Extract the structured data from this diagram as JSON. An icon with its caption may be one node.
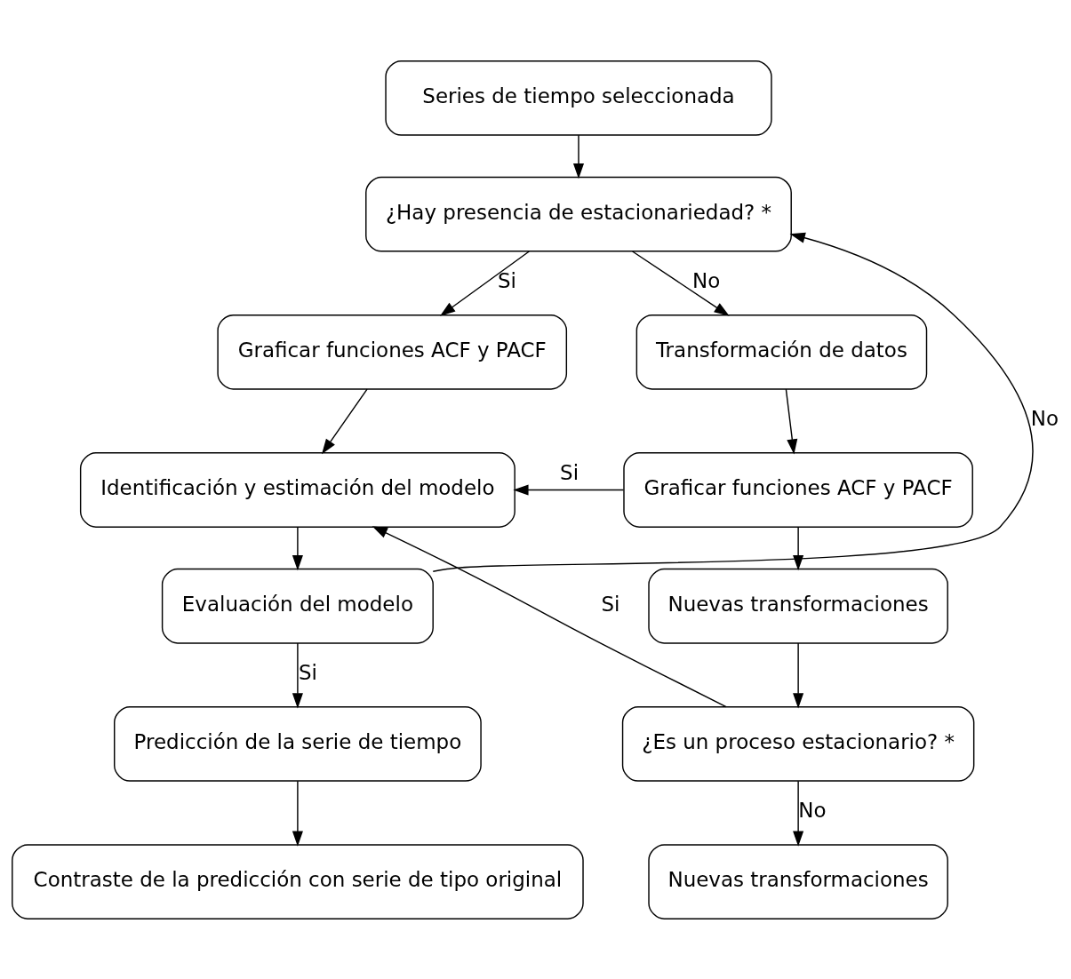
{
  "diagram": {
    "nodes": [
      {
        "text": [
          "Series de tiempo seleccionada"
        ]
      },
      {
        "text": [
          "¿Hay presencia de estacionariedad? *"
        ]
      },
      {
        "text": [
          "Graficar funciones ACF y PACF"
        ]
      },
      {
        "text": [
          "Transformación de datos"
        ]
      },
      {
        "text": [
          "Identificación y estimación del modelo"
        ]
      },
      {
        "text": [
          "Graficar funciones ACF y PACF"
        ]
      },
      {
        "text": [
          "Evaluación del modelo"
        ]
      },
      {
        "text": [
          "Nuevas transformaciones"
        ]
      },
      {
        "text": [
          "Predicción de la serie de tiempo"
        ]
      },
      {
        "text": [
          "¿Es un proceso estacionario? *"
        ]
      },
      {
        "text": [
          "Contraste de la predicción con serie de tipo original"
        ]
      },
      {
        "text": [
          "Nuevas transformaciones"
        ]
      }
    ],
    "edges": [
      {
        "from": 0,
        "to": 1,
        "arrow": "to"
      },
      {
        "from": 1,
        "to": 2,
        "arrow": "to",
        "label": "Si"
      },
      {
        "from": 1,
        "to": 3,
        "arrow": "to",
        "label": "No"
      },
      {
        "from": 2,
        "to": 4,
        "arrow": "to"
      },
      {
        "from": 3,
        "to": 5,
        "arrow": "to"
      },
      {
        "from": 5,
        "to": 4,
        "arrow": "to",
        "label": "Si"
      },
      {
        "from": 4,
        "to": 6,
        "arrow": "to"
      },
      {
        "from": 6,
        "to": 1,
        "arrow": "to",
        "label": "No"
      },
      {
        "from": 5,
        "to": 7,
        "arrow": "to"
      },
      {
        "from": 6,
        "to": 8,
        "arrow": "to",
        "label": "Si"
      },
      {
        "from": 7,
        "to": 9,
        "arrow": "to"
      },
      {
        "from": 9,
        "to": 4,
        "arrow": "to",
        "label": "Si"
      },
      {
        "from": 8,
        "to": 10,
        "arrow": "to"
      },
      {
        "from": 9,
        "to": 11,
        "arrow": "to",
        "label": "No"
      }
    ]
  }
}
